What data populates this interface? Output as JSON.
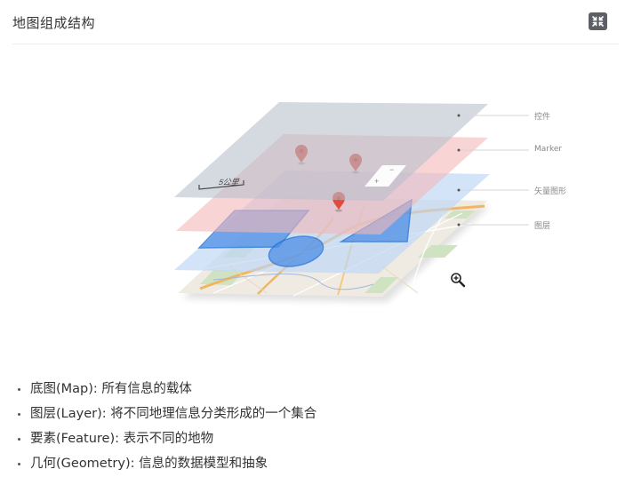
{
  "header": {
    "title": "地图组成结构",
    "fullscreen_icon": "fullscreen-exit-icon"
  },
  "diagram": {
    "layers": [
      {
        "key": "controls",
        "label": "控件",
        "color": "#c9cdd6"
      },
      {
        "key": "marker",
        "label": "Marker",
        "color": "#f6caca"
      },
      {
        "key": "vector",
        "label": "矢量图形",
        "color": "#c5dcf7"
      },
      {
        "key": "base",
        "label": "图层",
        "color": "#efe9df"
      }
    ],
    "scale_label": "5公里",
    "zoom_control_plus": "+",
    "zoom_control_minus": "−",
    "marker_color": "#e04b3c",
    "vector_color": "#3a86e0",
    "zoom_icon": "zoom-in-icon"
  },
  "bullets": [
    "底图(Map): 所有信息的载体",
    "图层(Layer): 将不同地理信息分类形成的一个集合",
    "要素(Feature): 表示不同的地物",
    "几何(Geometry): 信息的数据模型和抽象"
  ]
}
